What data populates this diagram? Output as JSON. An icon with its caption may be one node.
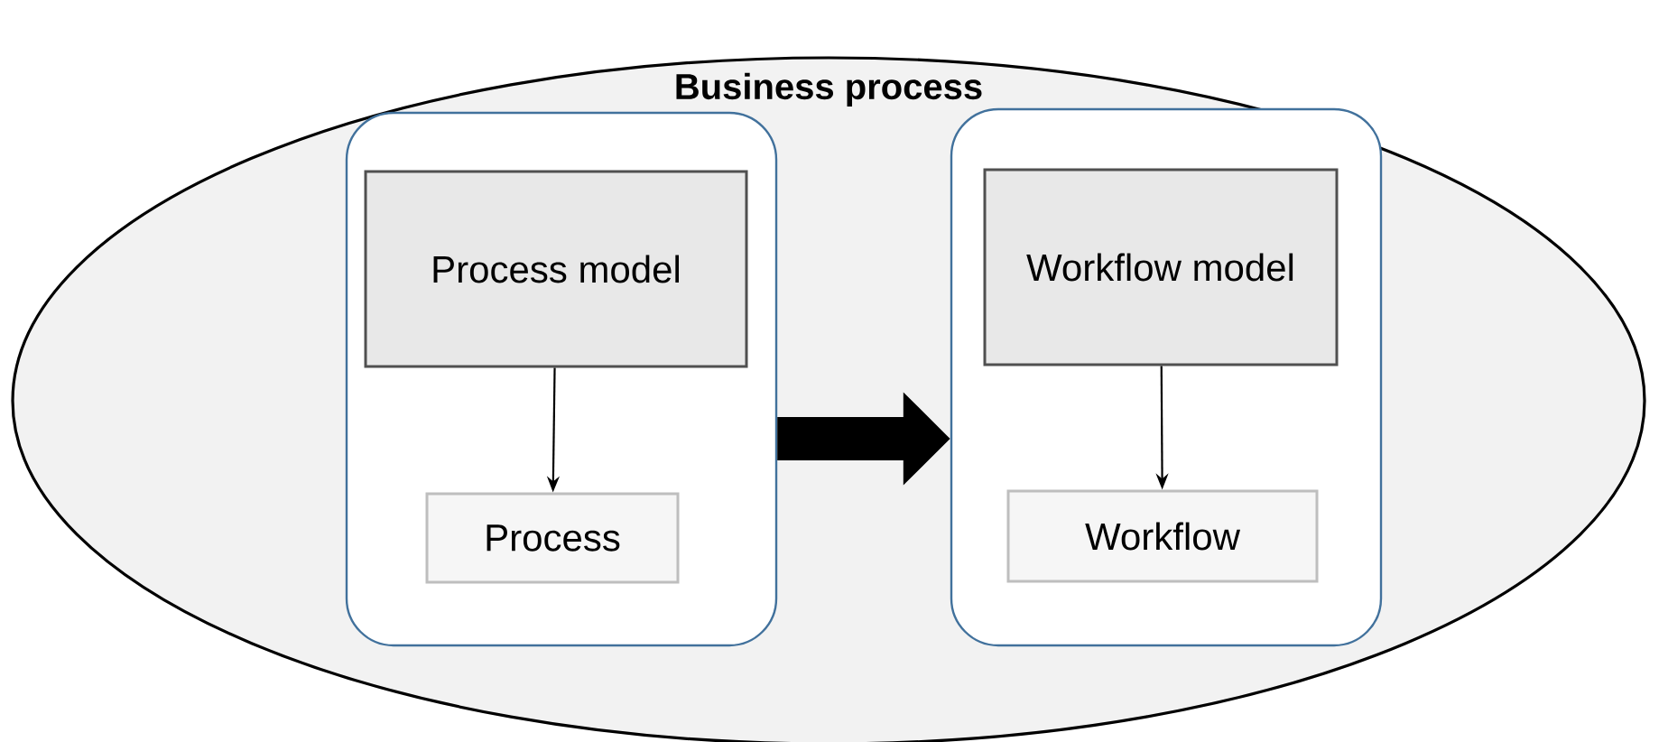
{
  "diagram": {
    "nodes": [
      {
        "text": [
          "Business process"
        ]
      },
      {
        "text": [],
        "shape": "box",
        "in": 0
      },
      {
        "text": [
          "Process model"
        ],
        "in": 1
      },
      {
        "text": [
          "Process"
        ],
        "in": 1
      },
      {
        "text": [],
        "shape": "box",
        "in": 0
      },
      {
        "text": [
          "Workflow model"
        ],
        "in": 4
      },
      {
        "text": [
          "Workflow"
        ],
        "in": 4
      }
    ],
    "edges": [
      {
        "from": 2,
        "to": 3,
        "arrow": "to"
      },
      {
        "from": 1,
        "to": 4,
        "arrow": "to",
        "style": "thick"
      },
      {
        "from": 5,
        "to": 6,
        "arrow": "to"
      }
    ]
  }
}
